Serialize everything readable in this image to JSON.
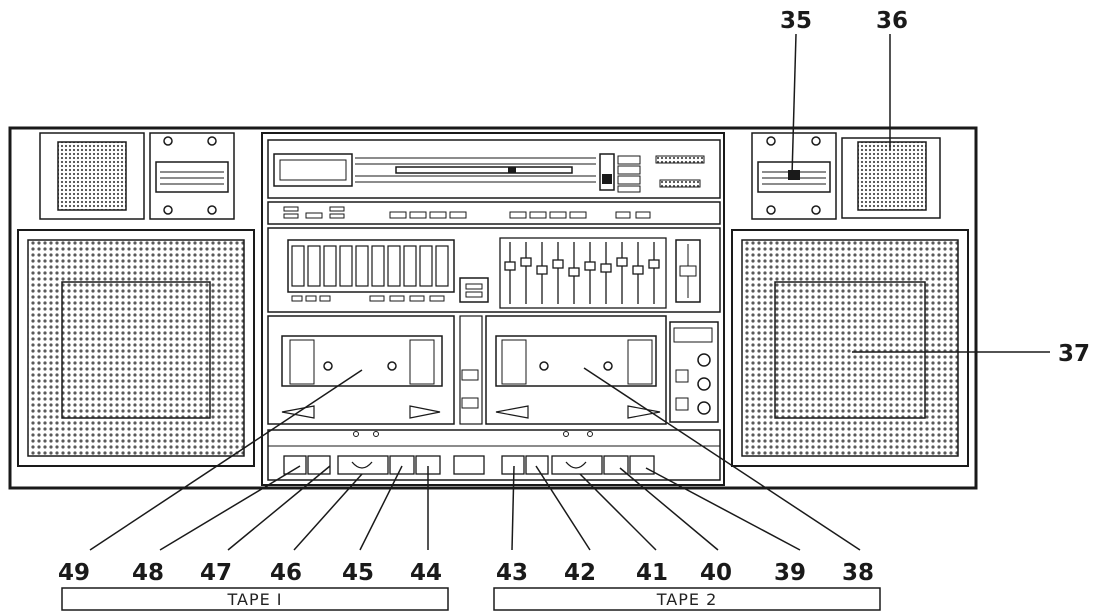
{
  "callouts": {
    "n35": "35",
    "n36": "36",
    "n37": "37",
    "n38": "38",
    "n39": "39",
    "n40": "40",
    "n41": "41",
    "n42": "42",
    "n43": "43",
    "n44": "44",
    "n45": "45",
    "n46": "46",
    "n47": "47",
    "n48": "48",
    "n49": "49"
  },
  "tape_labels": {
    "tape1": "TAPE I",
    "tape2": "TAPE 2"
  },
  "colors": {
    "ink": "#1a1a1a",
    "grille": "#7a7a7a",
    "panel": "#ffffff",
    "shade": "#dcdcdc"
  }
}
